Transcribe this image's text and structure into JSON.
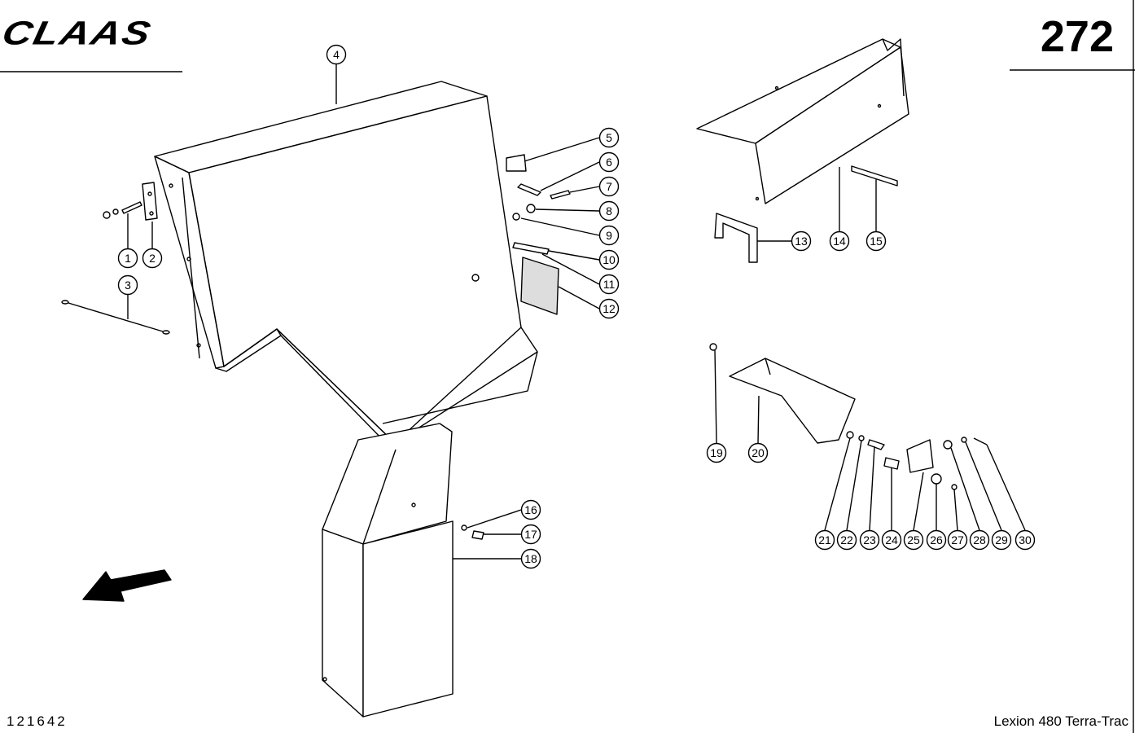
{
  "header": {
    "brand": "CLAAS",
    "page_number": "272"
  },
  "footer": {
    "doc_number": "121642",
    "model": "Lexion 480 Terra-Trac"
  },
  "callouts": [
    "1",
    "2",
    "3",
    "4",
    "5",
    "6",
    "7",
    "8",
    "9",
    "10",
    "11",
    "12",
    "13",
    "14",
    "15",
    "16",
    "17",
    "18",
    "19",
    "20",
    "21",
    "22",
    "23",
    "24",
    "25",
    "26",
    "27",
    "28",
    "29",
    "30"
  ]
}
